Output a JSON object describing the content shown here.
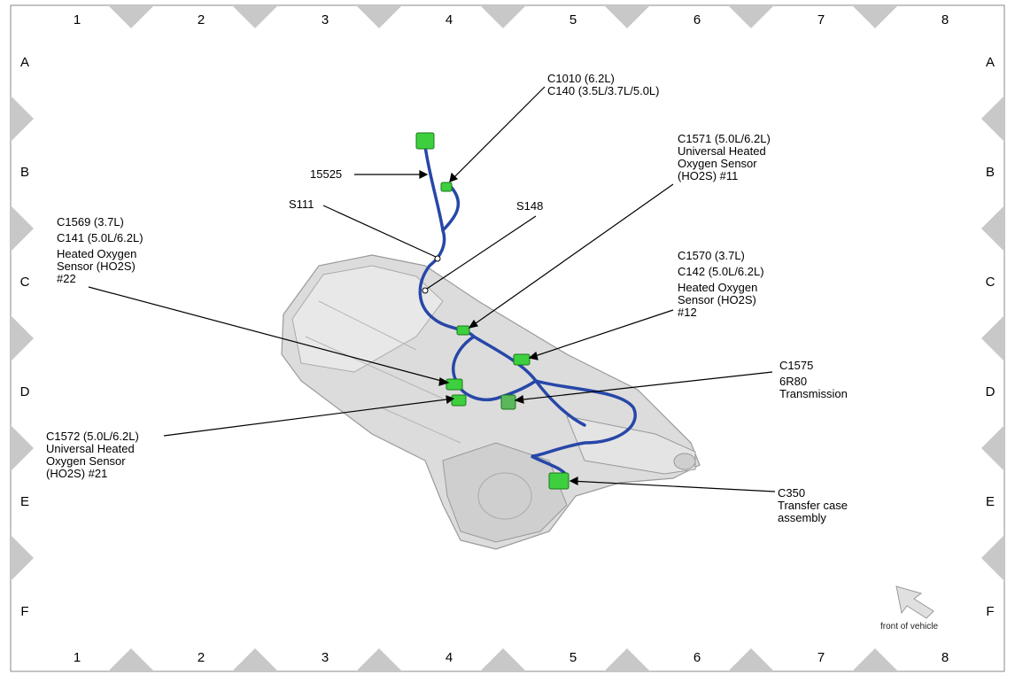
{
  "grid": {
    "columns": [
      "1",
      "2",
      "3",
      "4",
      "5",
      "6",
      "7",
      "8"
    ],
    "rows": [
      "A",
      "B",
      "C",
      "D",
      "E",
      "F"
    ]
  },
  "callouts": {
    "c1010": {
      "line1": "C1010 (6.2L)",
      "line2": "C140 (3.5L/3.7L/5.0L)"
    },
    "n15525": {
      "line1": "15525"
    },
    "s111": {
      "line1": "S111"
    },
    "s148": {
      "line1": "S148"
    },
    "c1571": {
      "line1": "C1571 (5.0L/6.2L)",
      "line2": "Universal Heated",
      "line3": "Oxygen Sensor",
      "line4": "(HO2S) #11"
    },
    "c1569": {
      "line1": "C1569 (3.7L)",
      "line2": "C141 (5.0L/6.2L)",
      "line3": "Heated Oxygen",
      "line4": "Sensor (HO2S)",
      "line5": "#22"
    },
    "c1570": {
      "line1": "C1570 (3.7L)",
      "line2": "C142 (5.0L/6.2L)",
      "line3": "Heated Oxygen",
      "line4": "Sensor (HO2S)",
      "line5": "#12"
    },
    "c1575": {
      "line1": "C1575",
      "line2": "6R80",
      "line3": "Transmission"
    },
    "c1572": {
      "line1": "C1572 (5.0L/6.2L)",
      "line2": "Universal Heated",
      "line3": "Oxygen Sensor",
      "line4": "(HO2S) #21"
    },
    "c350": {
      "line1": "C350",
      "line2": "Transfer case",
      "line3": "assembly"
    }
  },
  "front_of_vehicle": "front of vehicle",
  "colors": {
    "harness": "#2747a8",
    "connector": "#3ecf3e",
    "frame_triangle": "#c8c8c8",
    "transmission": "#d6d6d6"
  }
}
